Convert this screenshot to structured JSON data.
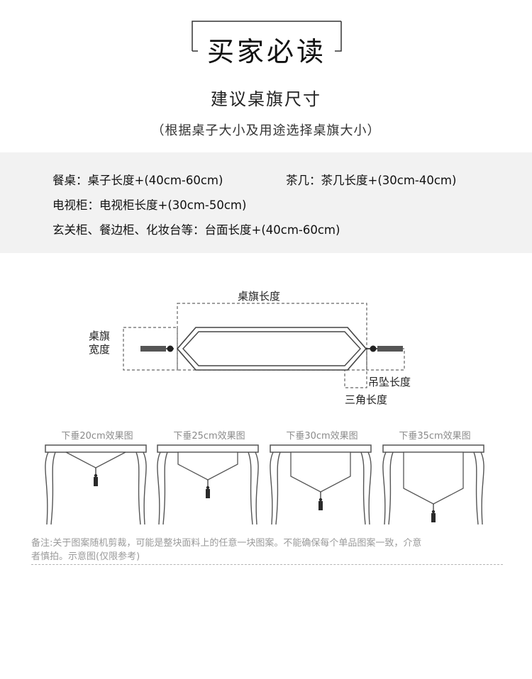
{
  "header": {
    "title": "买家必读",
    "subtitle": "建议桌旗尺寸",
    "subnote": "（根据桌子大小及用途选择桌旗大小）"
  },
  "specs": {
    "dining": "餐桌：桌子长度+(40cm-60cm)",
    "tea": "茶几：茶几长度+(30cm-40cm)",
    "tv": "电视柜：电视柜长度+(30cm-50cm)",
    "entry": "玄关柜、餐边柜、化妆台等：台面长度+(40cm-60cm)"
  },
  "diagram": {
    "length_label": "桌旗长度",
    "width_label_line1": "桌旗",
    "width_label_line2": "宽度",
    "pendant_label": "吊坠长度",
    "triangle_label": "三角长度"
  },
  "drops": [
    {
      "label": "下垂20cm效果图",
      "drop_cm": 20
    },
    {
      "label": "下垂25cm效果图",
      "drop_cm": 25
    },
    {
      "label": "下垂30cm效果图",
      "drop_cm": 30
    },
    {
      "label": "下垂35cm效果图",
      "drop_cm": 35
    }
  ],
  "note": {
    "line1": "备注:关于图案随机剪裁，可能是整块面料上的任意一块图案。不能确保每个单品图案一致，介意",
    "line2": "者慎拍。示意图(仅限参考)"
  },
  "colors": {
    "band_bg": "#f2f2f2",
    "line": "#555555",
    "tassel": "#2a2a2a"
  }
}
